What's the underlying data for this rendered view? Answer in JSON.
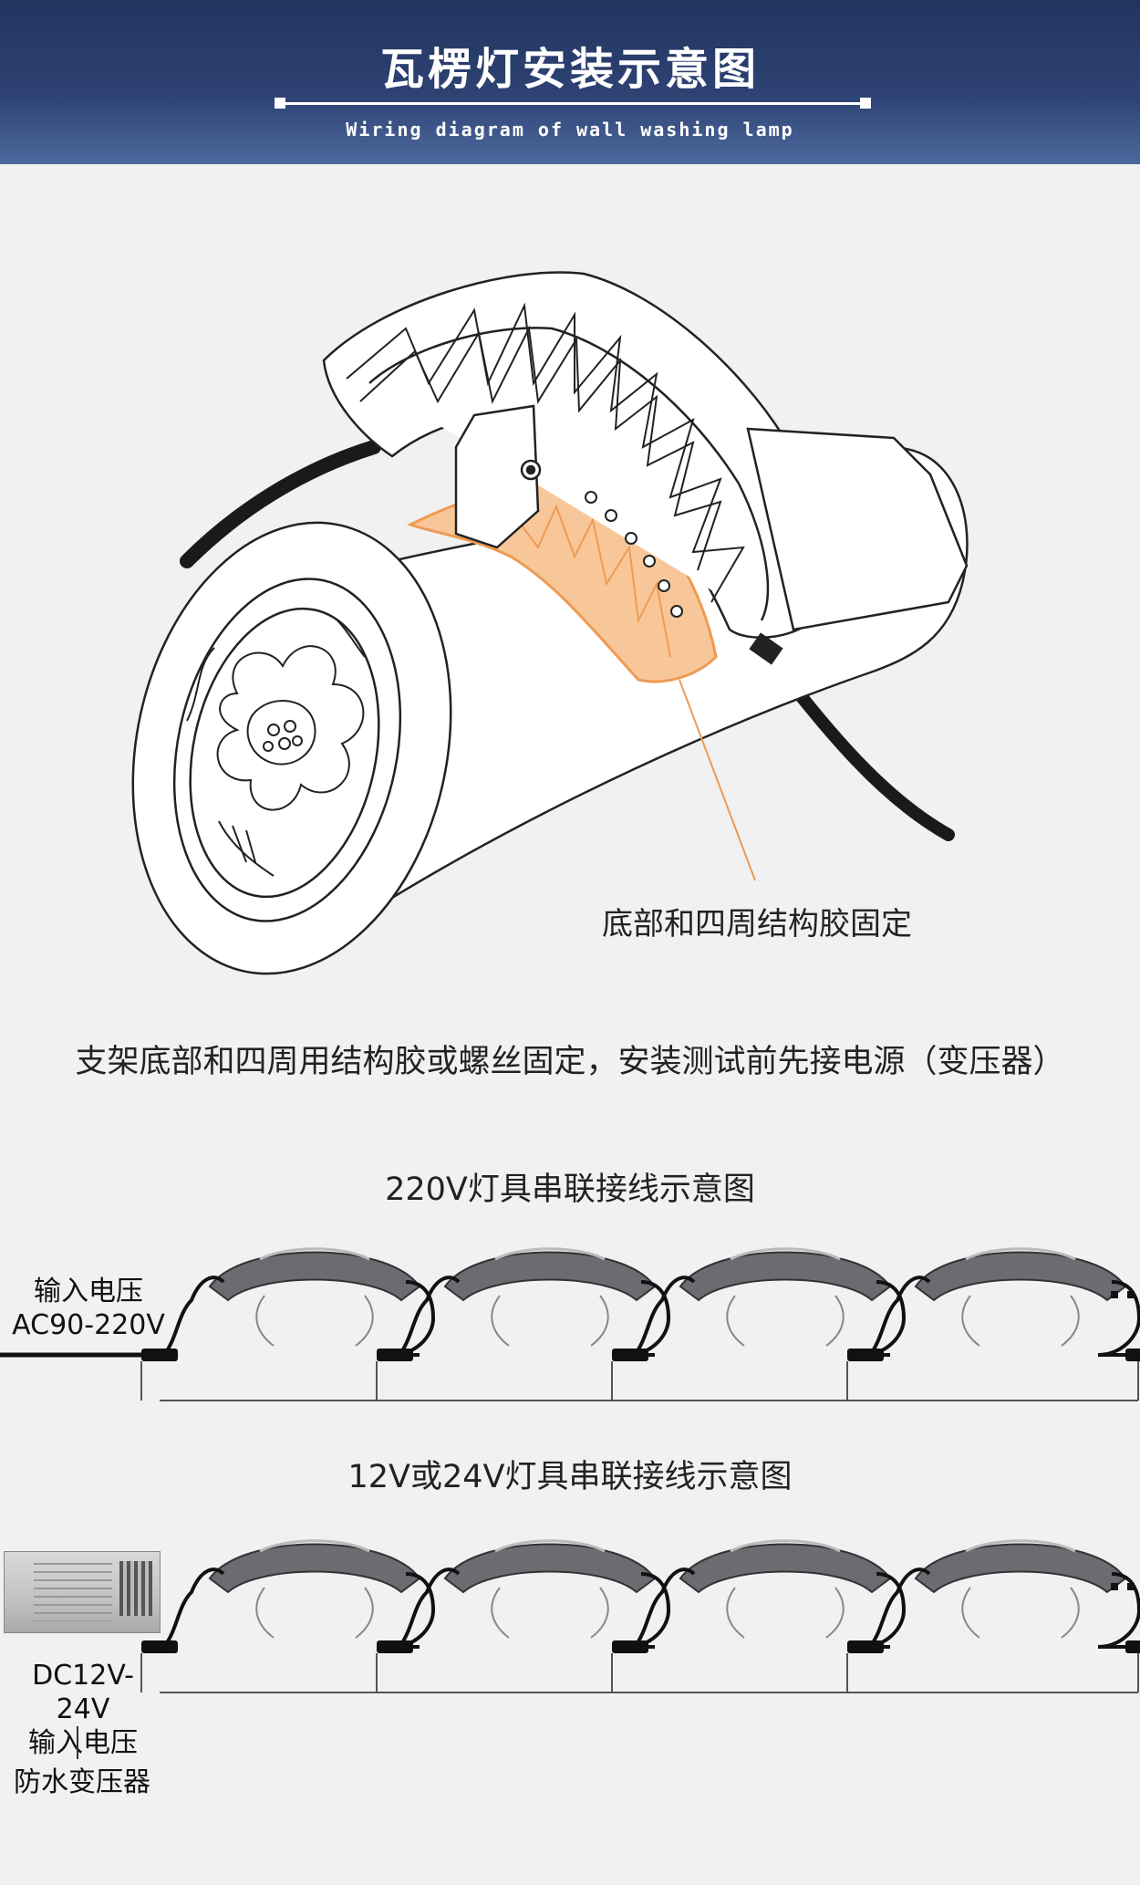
{
  "banner": {
    "title": "瓦楞灯安装示意图",
    "subtitle": "Wiring diagram of wall washing lamp"
  },
  "lamp_section": {
    "callout": "底部和四周结构胶固定",
    "instruction": "支架底部和四周用结构胶或螺丝固定，安装测试前先接电源（变压器）",
    "glue_color": "#ef9a52"
  },
  "diagram_220v": {
    "title": "220V灯具串联接线示意图",
    "input_label_line1": "输入电压",
    "input_label_line2": "AC90-220V",
    "lamp_count": 4
  },
  "diagram_12v": {
    "title": "12V或24V灯具串联接线示意图",
    "input_label_line1": "DC12V-24V",
    "input_label_line2": "输入电压",
    "transformer_label": "防水变压器",
    "lamp_count": 4
  },
  "colors": {
    "banner_top": "#23345f",
    "banner_bottom": "#3a5587",
    "background": "#f1f1f1",
    "lamp_body": "#6b6b72"
  },
  "icons": {
    "lamp": "lamp-icon",
    "connector": "connector-icon",
    "transformer": "transformer-icon"
  }
}
